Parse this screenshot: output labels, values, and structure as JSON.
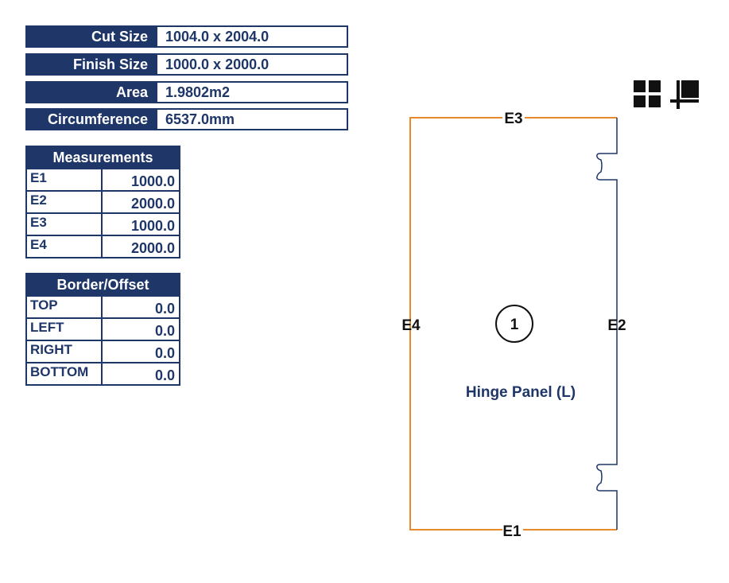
{
  "info": [
    {
      "label": "Cut Size",
      "value": "1004.0 x 2004.0"
    },
    {
      "label": "Finish Size",
      "value": "1000.0 x 2000.0"
    },
    {
      "label": "Area",
      "value": "1.9802m2"
    },
    {
      "label": "Circumference",
      "value": "6537.0mm"
    }
  ],
  "measurements": {
    "title": "Measurements",
    "rows": [
      {
        "key": "E1",
        "value": "1000.0"
      },
      {
        "key": "E2",
        "value": "2000.0"
      },
      {
        "key": "E3",
        "value": "1000.0"
      },
      {
        "key": "E4",
        "value": "2000.0"
      }
    ]
  },
  "border_offset": {
    "title": "Border/Offset",
    "rows": [
      {
        "key": "TOP",
        "value": "0.0"
      },
      {
        "key": "LEFT",
        "value": "0.0"
      },
      {
        "key": "RIGHT",
        "value": "0.0"
      },
      {
        "key": "BOTTOM",
        "value": "0.0"
      }
    ]
  },
  "toolbar": {
    "grid_icon": "grid-icon",
    "corner_icon": "corner-icon"
  },
  "panel": {
    "number": "1",
    "name": "Hinge Panel (L)",
    "edges": {
      "top": "E3",
      "right": "E2",
      "bottom": "E1",
      "left": "E4"
    },
    "colors": {
      "edge_outline": "#e8892b",
      "hinge_edge": "#1f3668",
      "text": "#1f3668"
    }
  }
}
